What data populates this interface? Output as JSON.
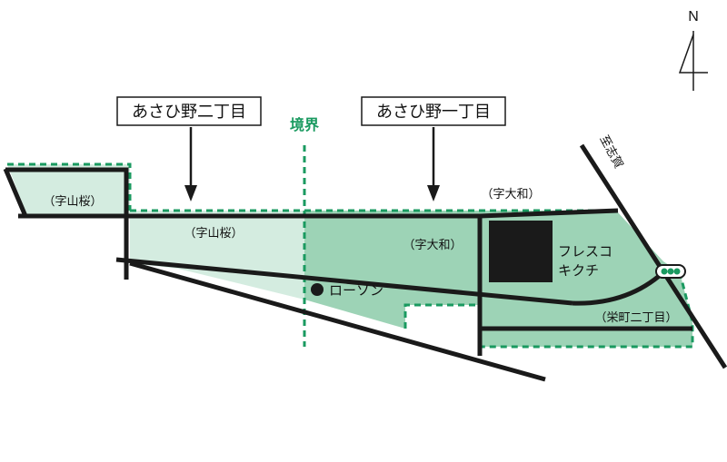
{
  "north": {
    "label": "N"
  },
  "districts": {
    "west": "あさひ野二丁目",
    "east": "あさひ野一丁目"
  },
  "boundary_label": "境界",
  "sections": {
    "uyamazakura_upper": "（字山桜）",
    "uyamazakura_lower": "（字山桜）",
    "uyamato_upper": "（字大和）",
    "uyamato_lower": "（字大和）",
    "sakaemachi": "（栄町二丁目）"
  },
  "road_label": "至志賀",
  "landmarks": {
    "lawson": "ローソン",
    "fresco_line1": "フレスコ",
    "fresco_line2": "キクチ"
  },
  "colors": {
    "light_green": "#d4ece0",
    "mid_green": "#9dd3b6",
    "green_line": "#1a9a60",
    "dark": "#1a1a1a"
  },
  "icons": {
    "traffic_signal": "traffic-signal-icon"
  }
}
